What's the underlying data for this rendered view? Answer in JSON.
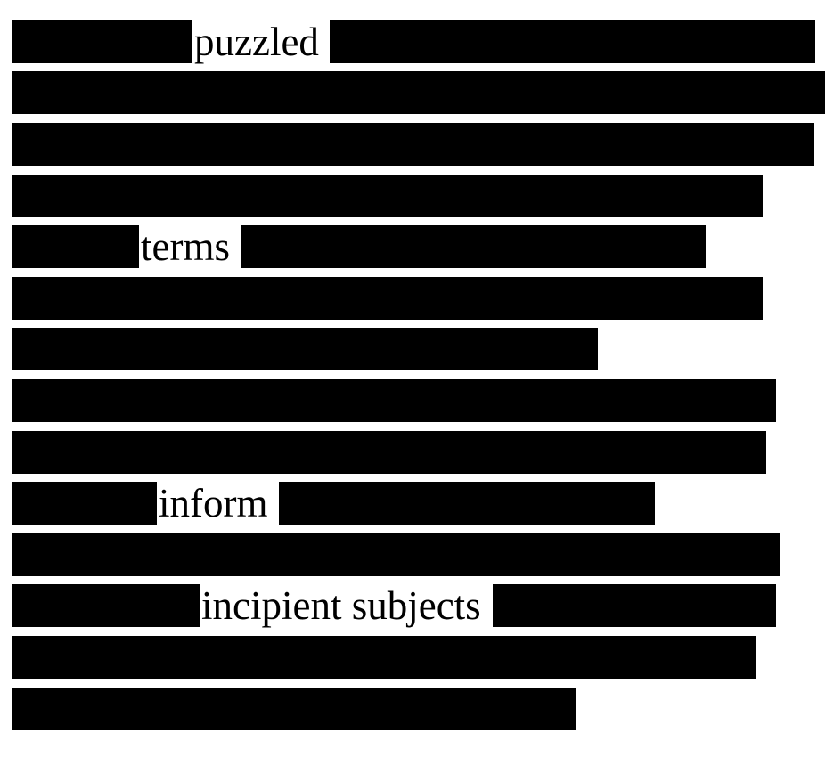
{
  "document": {
    "redaction_color": "#000000",
    "background_color": "#ffffff",
    "visible_words": {
      "line1": "puzzled",
      "line5": "terms",
      "line10": "inform",
      "line12": "incipient subjects"
    }
  }
}
